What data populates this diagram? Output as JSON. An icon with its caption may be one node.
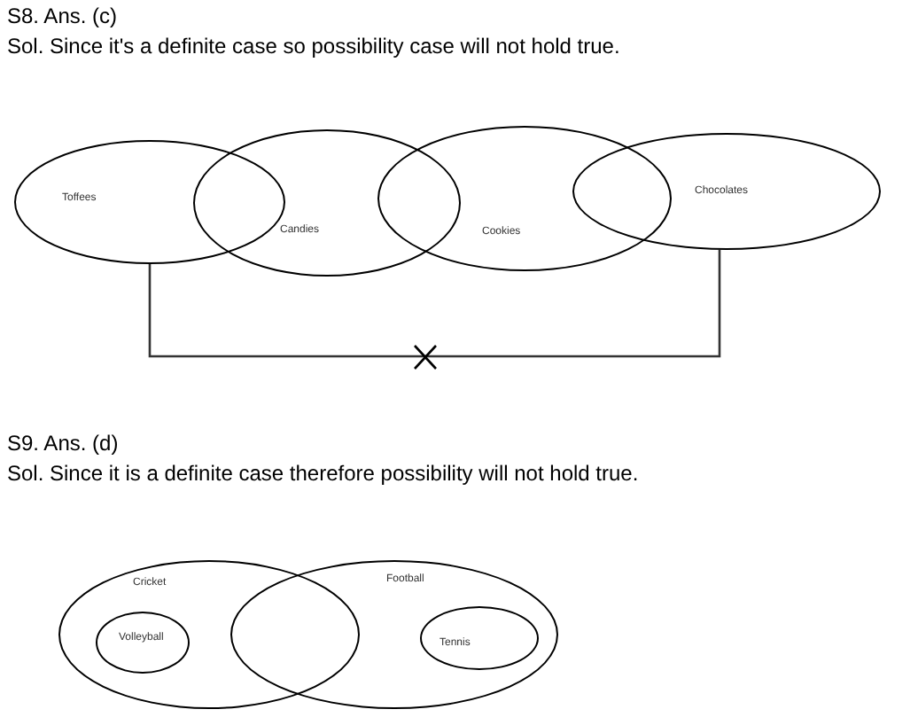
{
  "diagram": {
    "nodes": [
      {
        "text": [
          "Toffees"
        ]
      },
      {
        "text": [
          "Candies"
        ]
      },
      {
        "text": [
          "Cookies"
        ]
      },
      {
        "text": [
          "Chocolates"
        ]
      },
      {
        "text": [
          "Cricket"
        ]
      },
      {
        "text": [
          "Football"
        ]
      },
      {
        "text": [
          "Volleyball"
        ],
        "in": 4
      },
      {
        "text": [
          "Tennis"
        ],
        "in": 5
      }
    ],
    "edges": [
      {
        "from": 0,
        "to": 3,
        "arrow": "none"
      }
    ],
    "labels": [
      "S8. Ans. (c)",
      "Sol. Since it's a definite case so possibility case will not hold true.",
      "S9. Ans. (d)",
      "Sol. Since it is a definite case therefore possibility will not hold true."
    ]
  }
}
